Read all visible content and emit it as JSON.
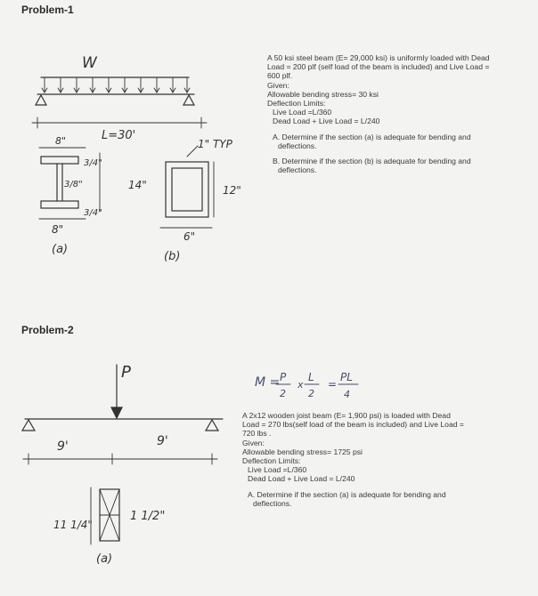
{
  "problem1": {
    "heading": "Problem-1",
    "statement": [
      "A 50 ksi steel beam (E= 29,000 ksi) is uniformly loaded with Dead",
      "Load = 200 plf (self load of the beam is included) and Live Load =",
      "600 plf."
    ],
    "given_label": "Given:",
    "allowable": "Allowable bending stress= 30 ksi",
    "deflection_label": "Deflection Limits:",
    "live_limit": "Live Load =L/360",
    "dead_live_limit": "Dead Load + Live Load = L/240",
    "question_a": [
      "A. Determine if the section (a) is adequate for bending and",
      "deflections."
    ],
    "question_b": [
      "B. Determine if the section (b) is adequate for bending and",
      "deflections."
    ],
    "sketch": {
      "load": "W",
      "span": "L=30'",
      "a_flange_width": "8\"",
      "a_flange_thk": "3/4\"",
      "a_web_thk": "3/8\"",
      "a_depth": "14\"",
      "a_bottom_flange_thk": "3/4\"",
      "a_bottom_width": "8\"",
      "a_label": "(a)",
      "b_wall": "1\" TYP",
      "b_depth": "12\"",
      "b_width": "6\"",
      "b_label": "(b)"
    }
  },
  "problem2": {
    "heading": "Problem-2",
    "formula": {
      "lhs": "M =",
      "p_num": "P",
      "p_den": "2",
      "times": "x",
      "l_num": "L",
      "l_den": "2",
      "eq": "=",
      "r_num": "PL",
      "r_den": "4"
    },
    "statement": [
      "A 2x12 wooden joist beam (E= 1,900 psi) is loaded with Dead",
      "Load = 270 lbs(self load of the beam is included) and Live Load =",
      "720 lbs ."
    ],
    "given_label": "Given:",
    "allowable": "Allowable bending stress= 1725 psi",
    "deflection_label": "Deflection Limits:",
    "live_limit": "Live Load =L/360",
    "dead_live_limit": "Dead Load + Live Load = L/240",
    "question_a": [
      "A. Determine if the section (a) is adequate for bending and",
      "deflections."
    ],
    "sketch": {
      "load": "P",
      "span_left": "9'",
      "span_right": "9'",
      "depth": "11 1/4\"",
      "width": "1 1/2\"",
      "label": "(a)"
    }
  }
}
